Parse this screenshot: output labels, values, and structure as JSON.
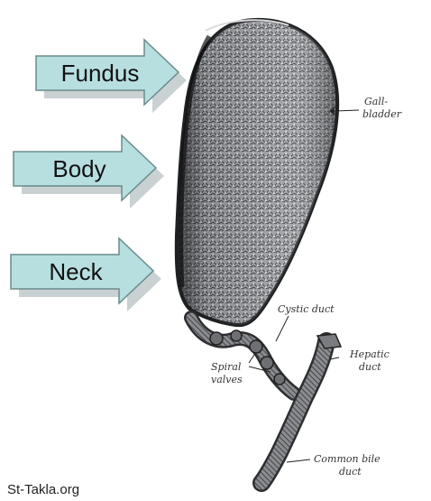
{
  "arrows": [
    {
      "label": "Fundus"
    },
    {
      "label": "Body"
    },
    {
      "label": "Neck"
    }
  ],
  "labels": {
    "gallbladder_line1": "Gall-",
    "gallbladder_line2": "bladder",
    "cystic_duct": "Cystic duct",
    "spiral_line1": "Spiral",
    "spiral_line2": "valves",
    "hepatic_line1": "Hepatic",
    "hepatic_line2": "duct",
    "common_line1": "Common bile",
    "common_line2": "duct"
  },
  "watermark": "St-Takla.org",
  "colors": {
    "arrow_fill": "#b8dfe0",
    "arrow_stroke": "#6a8b8c",
    "organ_fill": "#8d9094",
    "organ_dark": "#3b3d40",
    "organ_light": "#c9cacc"
  }
}
